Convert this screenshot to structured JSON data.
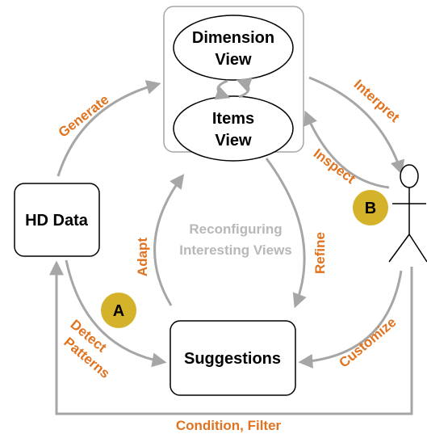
{
  "colors": {
    "edge": "#a6a6a6",
    "label": "#e07320",
    "center_label": "#b8b8b8",
    "badge": "#d4b32a",
    "stroke": "#000000"
  },
  "nodes": {
    "dimension_view": [
      "Dimension",
      "View"
    ],
    "items_view": [
      "Items",
      "View"
    ],
    "hd_data": "HD Data",
    "suggestions": "Suggestions"
  },
  "center_text": [
    "Reconfiguring",
    "Interesting Views"
  ],
  "edge_labels": {
    "generate": "Generate",
    "interpret": "Interpret",
    "inspect": "Inspect",
    "adapt": "Adapt",
    "refine": "Refine",
    "detect": "Detect",
    "patterns": "Patterns",
    "customize": "Customize",
    "condition_filter": "Condition, Filter"
  },
  "badges": {
    "a": "A",
    "b": "B"
  },
  "icons": {
    "user": "person-icon",
    "self_loop": "cycle-icon"
  }
}
